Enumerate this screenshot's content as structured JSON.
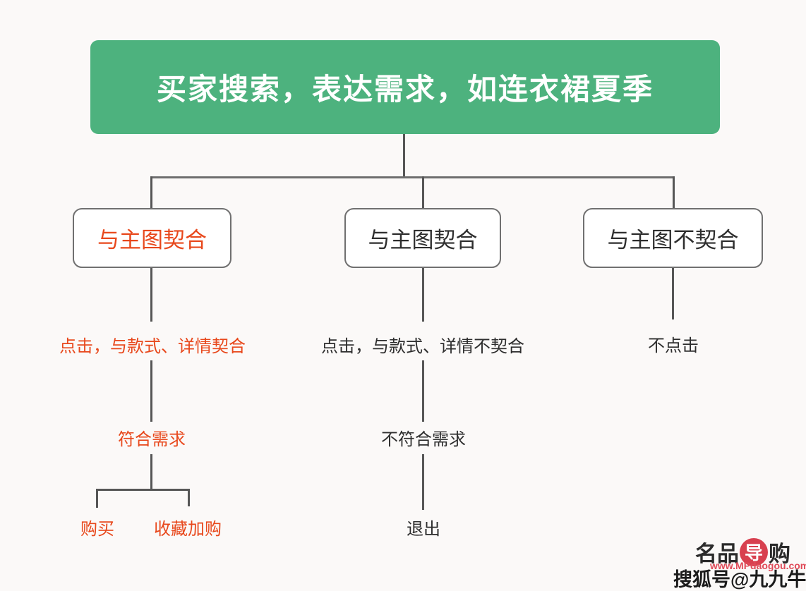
{
  "diagram": {
    "root": {
      "label": "买家搜索，表达需求，如连衣裙夏季"
    },
    "branches": [
      {
        "box": "与主图契合",
        "highlighted": true,
        "steps": [
          "点击，与款式、详情契合",
          "符合需求"
        ],
        "leaves": [
          "购买",
          "收藏加购"
        ]
      },
      {
        "box": "与主图契合",
        "highlighted": false,
        "steps": [
          "点击，与款式、详情不契合",
          "不符合需求"
        ],
        "leaves": [
          "退出"
        ]
      },
      {
        "box": "与主图不契合",
        "highlighted": false,
        "steps": [
          "不点击"
        ],
        "leaves": []
      }
    ]
  },
  "watermark": {
    "logo_text_left": "名品",
    "logo_badge": "导",
    "logo_text_right": "购",
    "site_url": "www.MPdaogou.com",
    "account": "搜狐号@九九牛"
  },
  "colors": {
    "root_green": "#4db27e",
    "highlight_orange": "#e8481c",
    "text_dark": "#2e2e2e",
    "connector_gray": "#565656",
    "logo_red": "#d8404f",
    "background": "#fbf9f8"
  }
}
